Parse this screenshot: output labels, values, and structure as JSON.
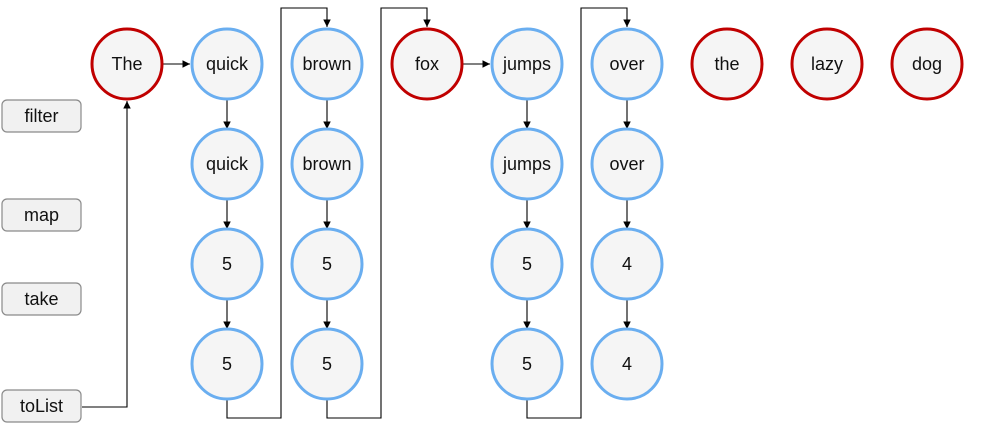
{
  "colors": {
    "rejected": "#c00000",
    "accepted": "#6aaef0",
    "node_fill": "#f5f5f5",
    "label_fill": "#f1f1f1",
    "label_stroke": "#8a8a8a",
    "edge": "#000000"
  },
  "stages": [
    {
      "key": "filter",
      "label": "filter"
    },
    {
      "key": "map",
      "label": "map"
    },
    {
      "key": "take",
      "label": "take"
    },
    {
      "key": "toList",
      "label": "toList"
    }
  ],
  "source_words": [
    {
      "text": "The",
      "status": "rejected"
    },
    {
      "text": "quick",
      "status": "accepted"
    },
    {
      "text": "brown",
      "status": "accepted"
    },
    {
      "text": "fox",
      "status": "rejected"
    },
    {
      "text": "jumps",
      "status": "accepted"
    },
    {
      "text": "over",
      "status": "accepted"
    },
    {
      "text": "the",
      "status": "rejected"
    },
    {
      "text": "lazy",
      "status": "rejected"
    },
    {
      "text": "dog",
      "status": "rejected"
    }
  ],
  "pipelines": [
    {
      "word": "quick",
      "filter": "quick",
      "map": "5",
      "take": "5"
    },
    {
      "word": "brown",
      "filter": "brown",
      "map": "5",
      "take": "5"
    },
    {
      "word": "jumps",
      "filter": "jumps",
      "map": "5",
      "take": "5"
    },
    {
      "word": "over",
      "filter": "over",
      "map": "4",
      "take": "4"
    }
  ]
}
